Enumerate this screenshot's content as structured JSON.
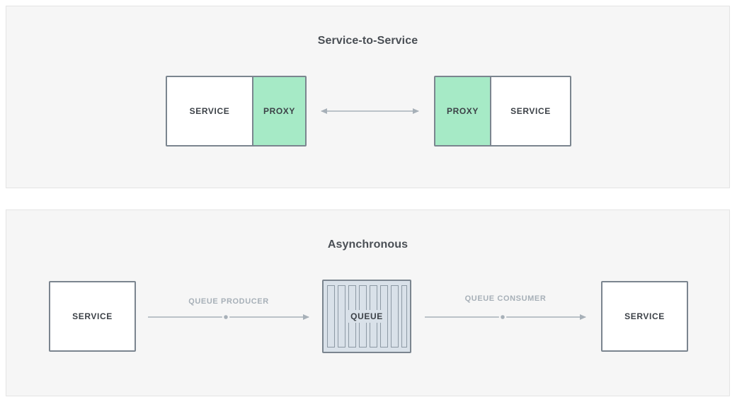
{
  "service_to_service": {
    "title": "Service-to-Service",
    "left_unit": {
      "service_label": "SERVICE",
      "proxy_label": "PROXY"
    },
    "right_unit": {
      "proxy_label": "PROXY",
      "service_label": "SERVICE"
    }
  },
  "asynchronous": {
    "title": "Asynchronous",
    "producer_service_label": "SERVICE",
    "producer_link_label": "QUEUE PRODUCER",
    "queue_label": "QUEUE",
    "consumer_link_label": "QUEUE CONSUMER",
    "consumer_service_label": "SERVICE"
  },
  "colors": {
    "panel_background": "#f6f6f6",
    "box_border": "#7b858f",
    "proxy_fill": "#a6eac6",
    "queue_fill": "#d9e1e9",
    "connector": "#a7b0b8"
  }
}
